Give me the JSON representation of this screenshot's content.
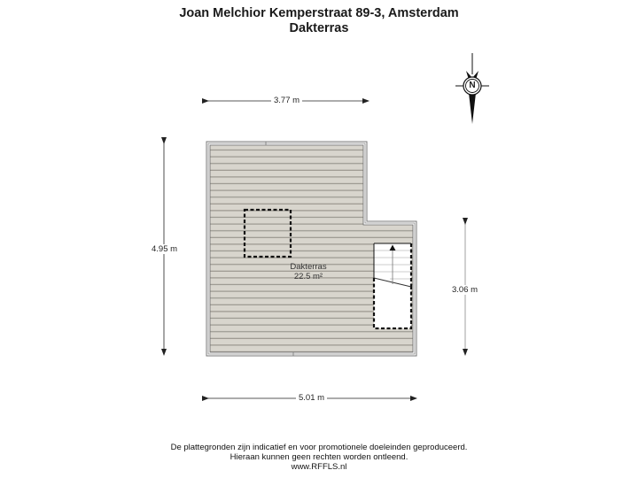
{
  "header": {
    "address": "Joan Melchior Kemperstraat 89-3, Amsterdam",
    "floor": "Dakterras"
  },
  "compass": {
    "icon": "north-arrow-icon",
    "label": "N"
  },
  "dimensions": {
    "top_width": "3.77 m",
    "bottom_width": "5.01 m",
    "left_height": "4.95 m",
    "right_height": "3.06 m"
  },
  "rooms": [
    {
      "name": "Dakterras",
      "area": "22.5 m²"
    }
  ],
  "colors": {
    "deck_fill": "#d8d5cd",
    "deck_line": "#9a978f",
    "wall": "#777777"
  },
  "footer": {
    "disclaimer_line1": "De plattegronden zijn indicatief en voor promotionele doeleinden geproduceerd.",
    "disclaimer_line2": "Hieraan kunnen geen rechten worden ontleend.",
    "website": "www.RFFLS.nl"
  }
}
